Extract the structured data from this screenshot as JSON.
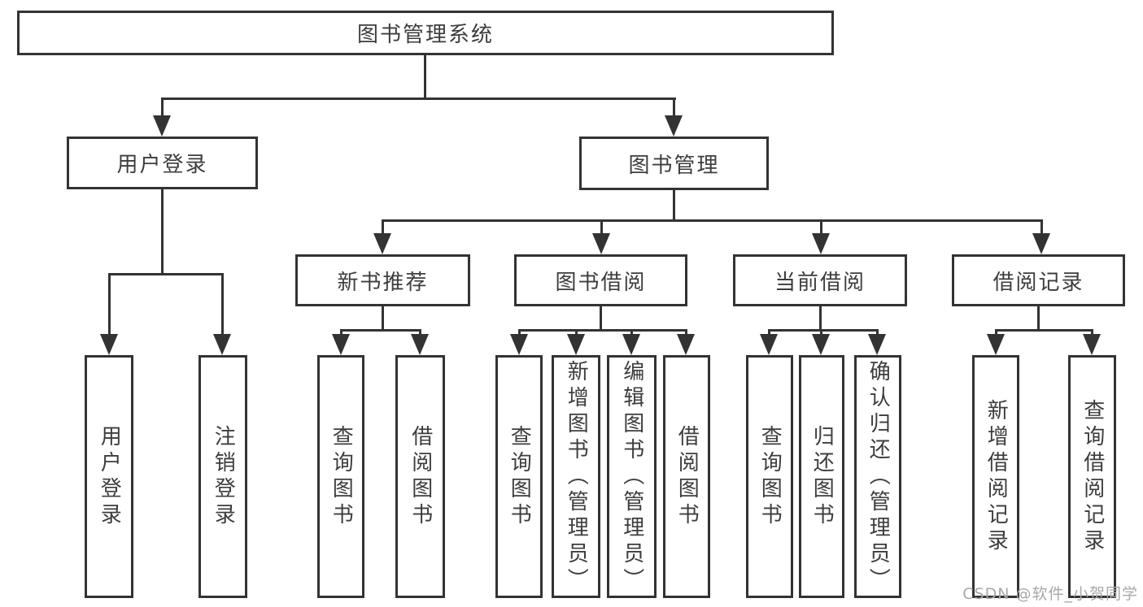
{
  "tree": {
    "root": {
      "label": "图书管理系统"
    },
    "branches": [
      {
        "label": "用户登录",
        "children": [
          "用户登录",
          "注销登录"
        ]
      },
      {
        "label": "图书管理",
        "modules": [
          {
            "label": "新书推荐",
            "children": [
              "查询图书",
              "借阅图书"
            ]
          },
          {
            "label": "图书借阅",
            "children": [
              "查询图书",
              "新增图书（管理员）",
              "编辑图书（管理员）",
              "借阅图书"
            ]
          },
          {
            "label": "当前借阅",
            "children": [
              "查询图书",
              "归还图书",
              "确认归还（管理员）"
            ]
          },
          {
            "label": "借阅记录",
            "children": [
              "新增借阅记录",
              "查询借阅记录"
            ]
          }
        ]
      }
    ]
  },
  "watermark": "CSDN @软件_小贺同学",
  "colors": {
    "line": "#333333",
    "text": "#3d3d3d",
    "background": "#ffffff",
    "watermark": "#a8a8a8"
  }
}
